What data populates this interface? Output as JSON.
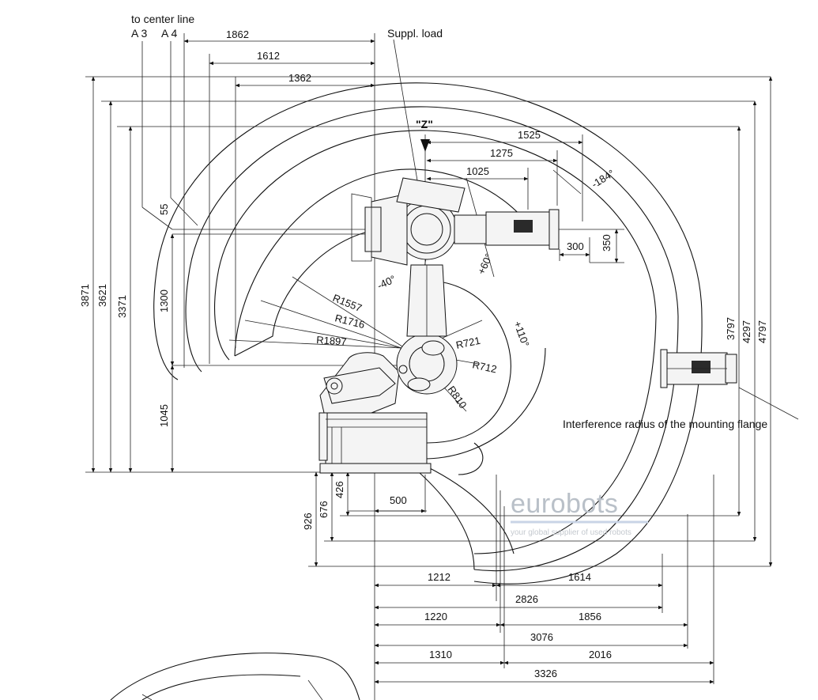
{
  "labels": {
    "to_center_line": "to center line",
    "a3": "A 3",
    "a4": "A 4",
    "suppl_load": "Suppl. load",
    "z_view": "\"Z\"",
    "interference": "Interference radius of the mounting flange"
  },
  "dimensions": {
    "top": [
      "1862",
      "1612",
      "1362"
    ],
    "wrist": [
      "1525",
      "1275",
      "1025",
      "300",
      "350"
    ],
    "vertical_left": [
      "3871",
      "3621",
      "3371",
      "1300",
      "1045",
      "55"
    ],
    "below_base": [
      "926",
      "676",
      "426",
      "500"
    ],
    "vertical_right": [
      "3797",
      "4297",
      "4797"
    ],
    "radii": [
      "R1557",
      "R1716",
      "R1897",
      "R721",
      "R712",
      "R810"
    ],
    "angles": [
      "-184°",
      "+60°",
      "-40°",
      "+110°"
    ],
    "bottom": [
      "1212",
      "1614",
      "2826",
      "1220",
      "1856",
      "3076",
      "1310",
      "2016",
      "3326"
    ]
  },
  "watermark": {
    "brand": "eurobots",
    "tagline": "your global supplier of used robots"
  },
  "colors": {
    "line": "#111111",
    "watermark": "#b9c0c8",
    "watermark_rule": "#c9d4e6"
  }
}
